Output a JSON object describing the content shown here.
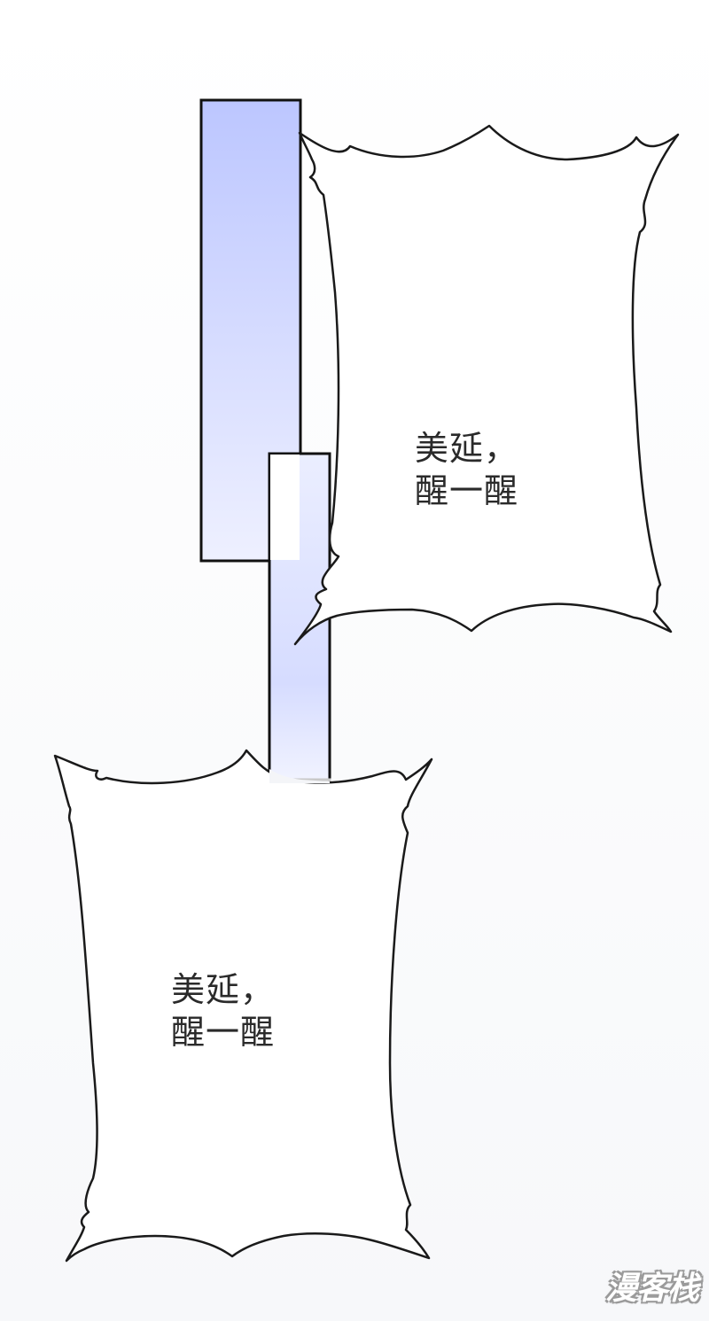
{
  "panel": {
    "speech_top": {
      "line1": "美延，",
      "line2": "醒一醒"
    },
    "speech_bottom": {
      "line1": "美延，",
      "line2": "醒一醒"
    },
    "watermark": "漫客栈"
  },
  "colors": {
    "blue_top": "#bcc6ff",
    "blue_fade": "#eef0ff",
    "outline": "#111111",
    "faded_outline": "#c8c8c8"
  }
}
